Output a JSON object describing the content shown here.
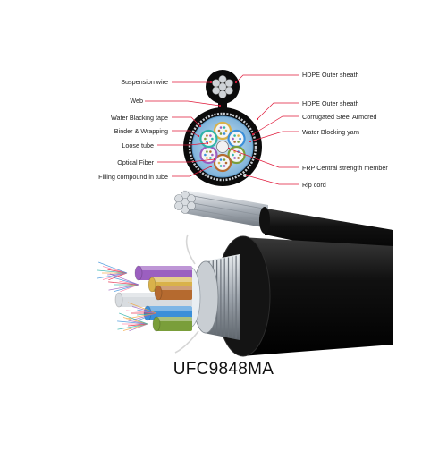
{
  "labels": {
    "left": [
      "Suspension wire",
      "Web",
      "Water Blacking tape",
      "Binder & Wrapping",
      "Loose tube",
      "Optical Fiber",
      "Filling compound in tube"
    ],
    "right": [
      "HDPE Outer sheath",
      "HDPE Outer sheath",
      "Corrugated Steel Armored",
      "Water Blocking yarn",
      "FRP Central strength member",
      "Rip cord"
    ]
  },
  "model": "UFC9848MA",
  "colors": {
    "leader": "#e0193a",
    "sheath": "#0d0d0d",
    "steel": "#b9bec4",
    "tube_colors": [
      "#d9b24a",
      "#3a8fd9",
      "#7a9e3a",
      "#b56a2f",
      "#9b5fc0",
      "#2fb3a9"
    ]
  }
}
